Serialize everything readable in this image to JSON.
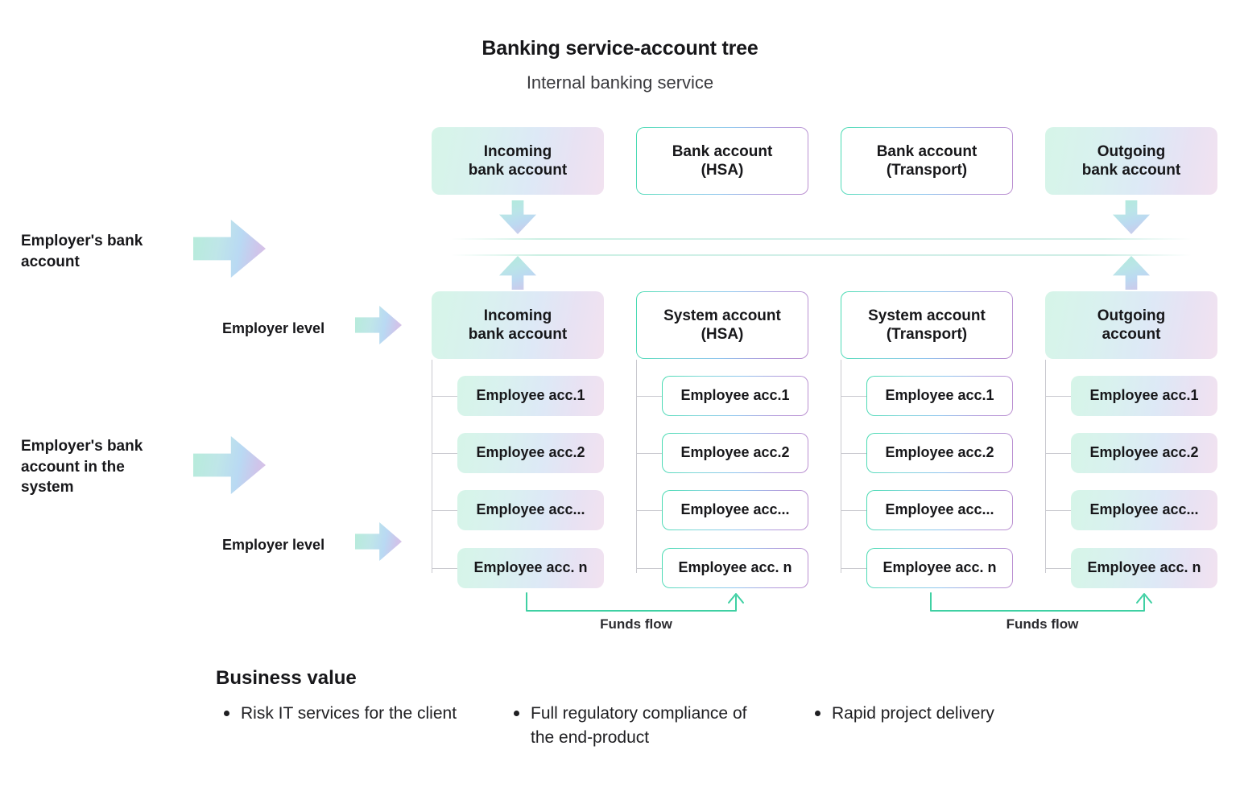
{
  "header": {
    "title": "Banking service-account tree",
    "subtitle": "Internal banking service"
  },
  "side_labels": {
    "employer_bank_account": "Employer's bank\naccount",
    "employer_bank_account_in_system": "Employer's bank\naccount in the\nsystem",
    "employer_level_top": "Employer level",
    "employer_level_bottom": "Employer level"
  },
  "columns": [
    {
      "id": "incoming",
      "style": "filled",
      "bank_node": "Incoming\nbank account",
      "system_node": "Incoming\nbank account",
      "employees": [
        "Employee acc.1",
        "Employee acc.2",
        "Employee acc...",
        "Employee acc. n"
      ]
    },
    {
      "id": "hsa",
      "style": "outlined",
      "bank_node": "Bank account\n(HSA)",
      "system_node": "System account\n(HSA)",
      "employees": [
        "Employee acc.1",
        "Employee acc.2",
        "Employee acc...",
        "Employee acc. n"
      ]
    },
    {
      "id": "transport",
      "style": "outlined",
      "bank_node": "Bank account\n(Transport)",
      "system_node": "System account\n(Transport)",
      "employees": [
        "Employee acc.1",
        "Employee acc.2",
        "Employee acc...",
        "Employee acc. n"
      ]
    },
    {
      "id": "outgoing",
      "style": "filled",
      "bank_node": "Outgoing\nbank account",
      "system_node": "Outgoing\naccount",
      "employees": [
        "Employee acc.1",
        "Employee acc.2",
        "Employee acc...",
        "Employee acc. n"
      ]
    }
  ],
  "funds_flow": {
    "left_label": "Funds flow",
    "right_label": "Funds flow"
  },
  "business_value": {
    "title": "Business value",
    "items": [
      "Risk IT services for the client",
      "Full regulatory compliance of\nthe end-product",
      "Rapid project delivery"
    ]
  },
  "colors": {
    "gradient_start": "#46dbb0",
    "gradient_mid": "#8fc6ee",
    "gradient_end": "#bb8fd0",
    "fill_start": "#d6f5e8",
    "fill_end": "#f2e2f0",
    "connector": "#c9c9cf",
    "funds_flow_line": "#3fd0a3",
    "text": "#17171a"
  }
}
